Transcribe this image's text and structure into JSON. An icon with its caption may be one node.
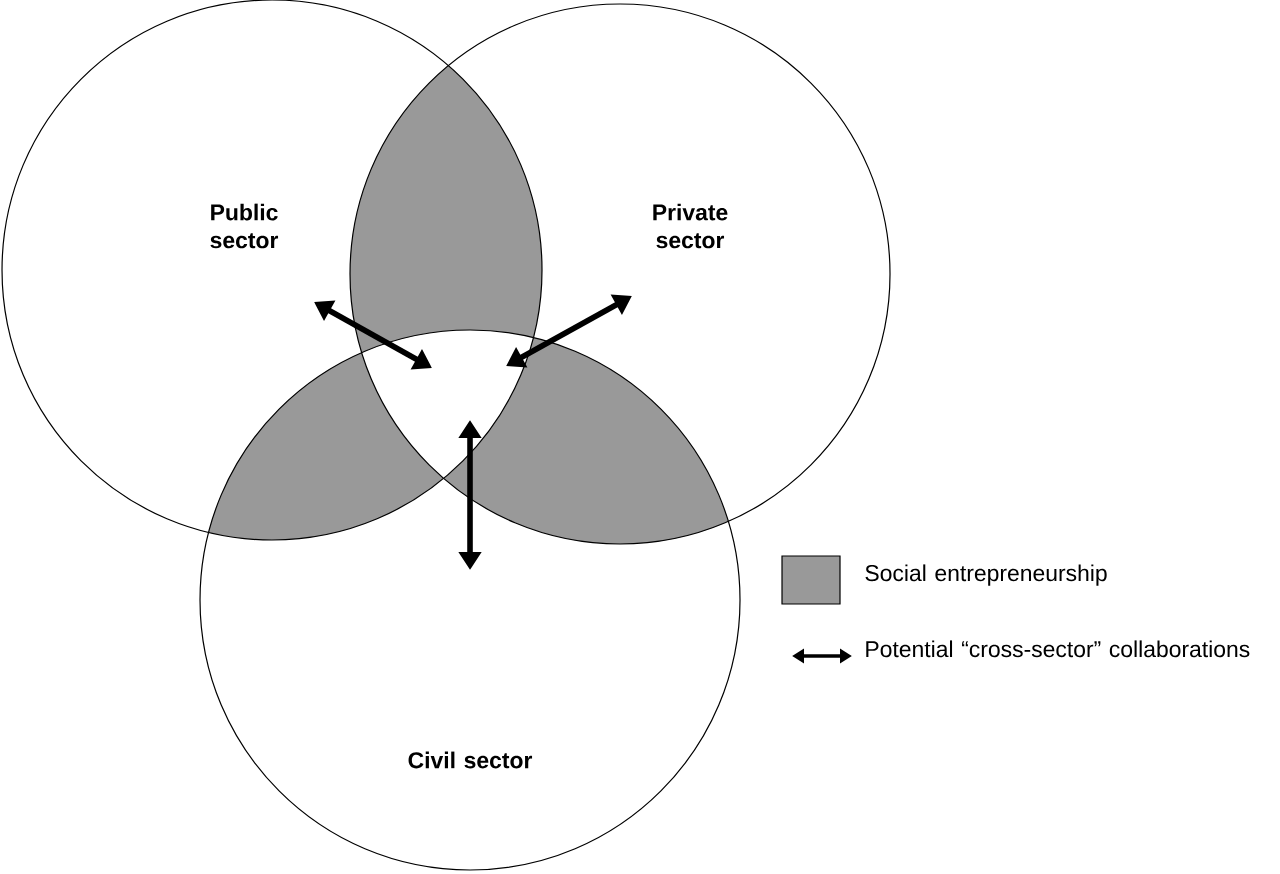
{
  "diagram": {
    "nodes": [
      {
        "text": [
          "Public sector"
        ]
      },
      {
        "text": [
          "Private sector"
        ]
      },
      {
        "text": [
          "Civil sector"
        ]
      }
    ],
    "edges": [
      {
        "from": null,
        "to": 0,
        "arrow": "both"
      },
      {
        "from": null,
        "to": 1,
        "arrow": "both"
      },
      {
        "from": null,
        "to": 2,
        "arrow": "both"
      }
    ],
    "legend": [
      {
        "text": "Social entrepreneurship",
        "color": "#999999"
      },
      {
        "text": "Potential “cross-sector” collaborations"
      }
    ]
  }
}
